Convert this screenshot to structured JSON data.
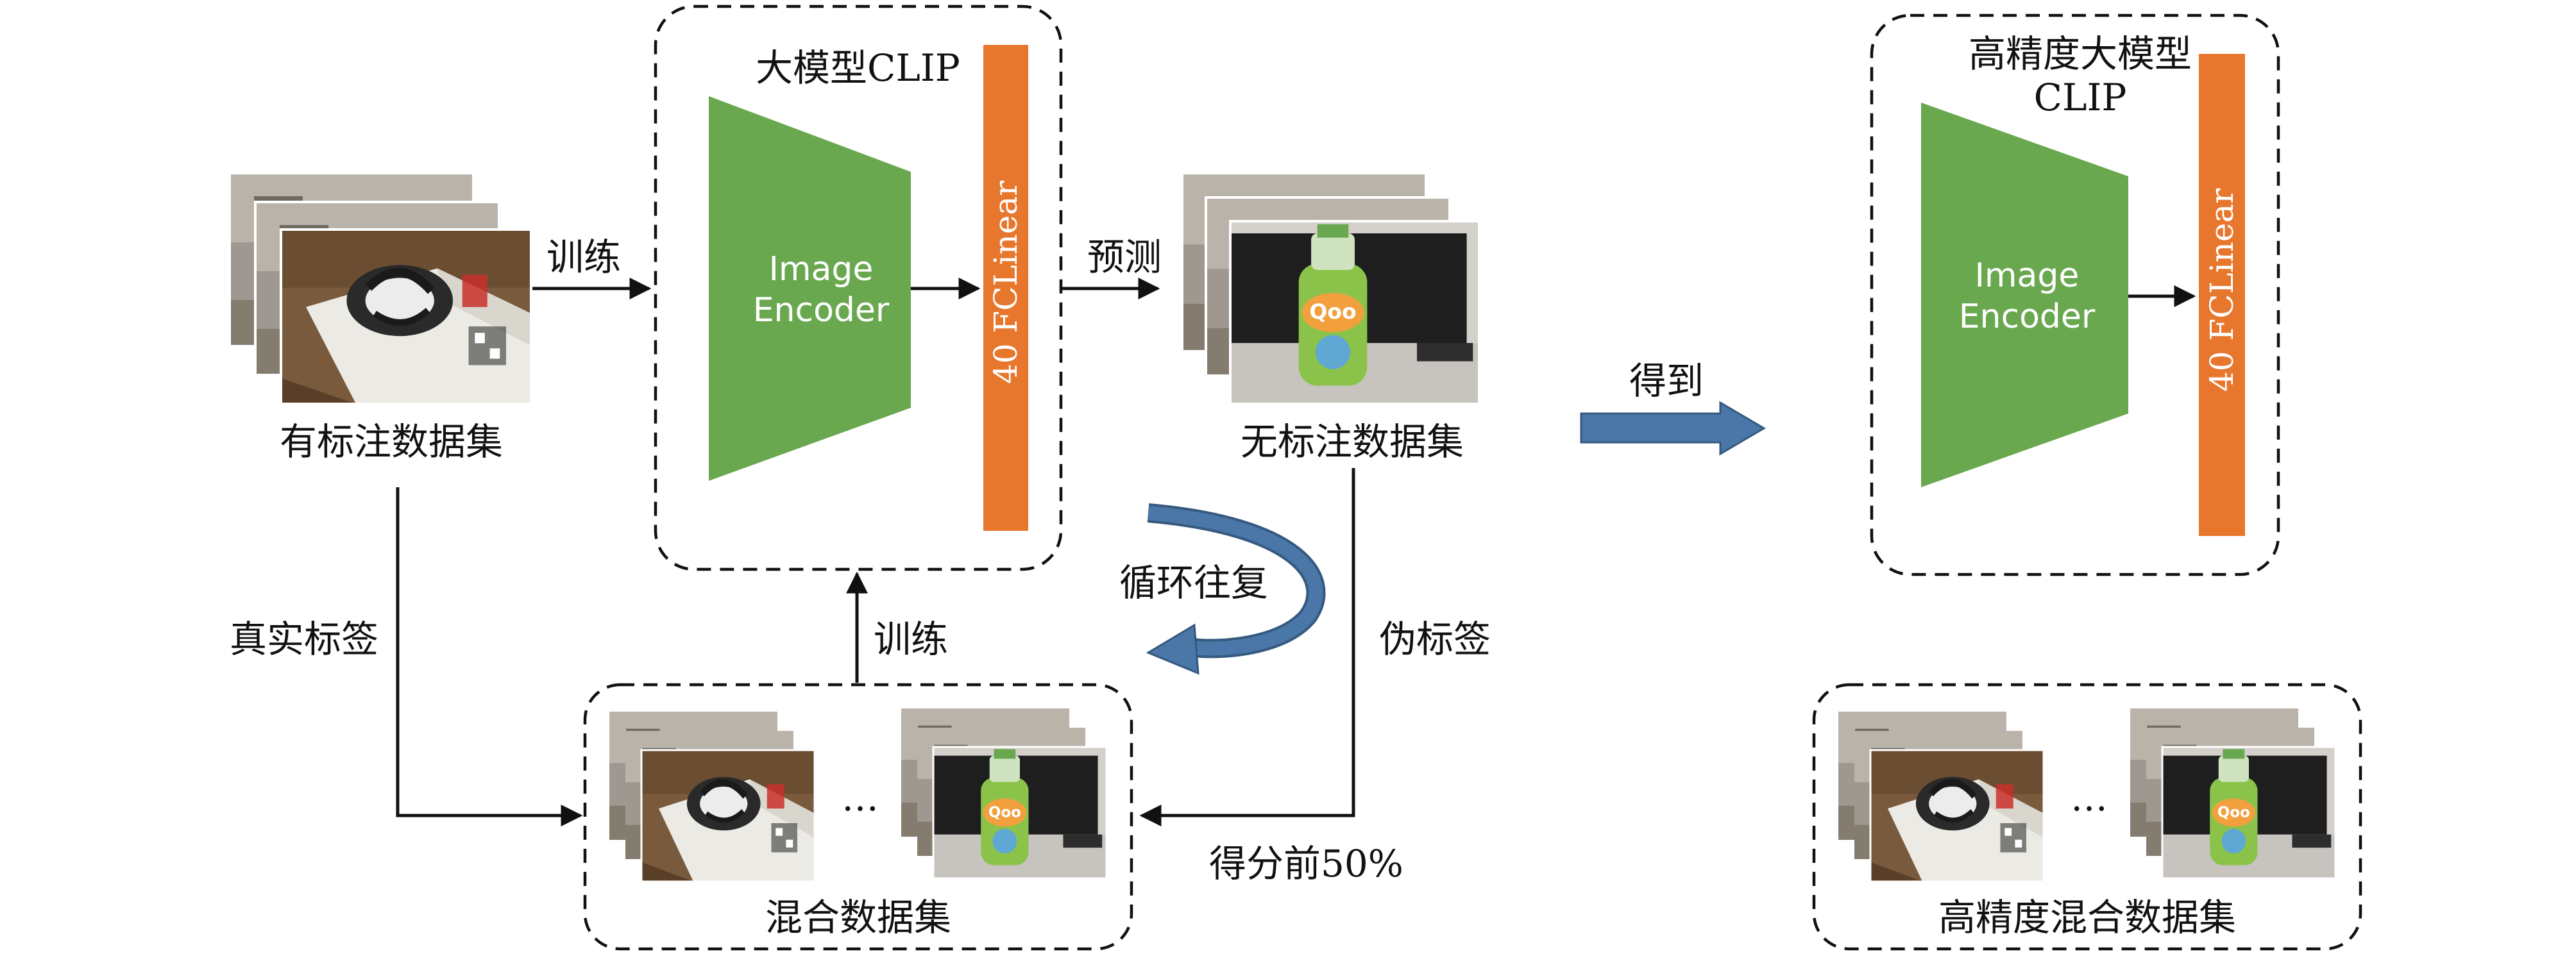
{
  "colors": {
    "encoder_green": "#6aa84f",
    "fc_orange": "#e8772e",
    "flow_arrow_blue": "#4a77a8",
    "line": "#111111"
  },
  "labels": {
    "labeled_dataset": "有标注数据集",
    "train_top": "训练",
    "predict": "预测",
    "unlabeled_dataset": "无标注数据集",
    "obtain": "得到",
    "true_labels": "真实标签",
    "train_bottom": "训练",
    "cycle": "循环往复",
    "pseudo_labels": "伪标签",
    "top_score": "得分前50%",
    "mixed_dataset": "混合数据集",
    "ellipsis": "…",
    "hp_mixed_dataset": "高精度混合数据集"
  },
  "model_left": {
    "title": "大模型CLIP",
    "encoder_line1": "Image",
    "encoder_line2": "Encoder",
    "fc": "40 FCLinear"
  },
  "model_right": {
    "title_line1": "高精度大模型",
    "title_line2": "CLIP",
    "encoder_line1": "Image",
    "encoder_line2": "Encoder",
    "fc": "40 FCLinear"
  },
  "icons": {
    "labeled_stack": "photo-stack-icon",
    "unlabeled_stack": "photo-stack-icon",
    "cycle_arrow": "curved-arrow-icon",
    "obtain_arrow": "block-arrow-right-icon"
  }
}
